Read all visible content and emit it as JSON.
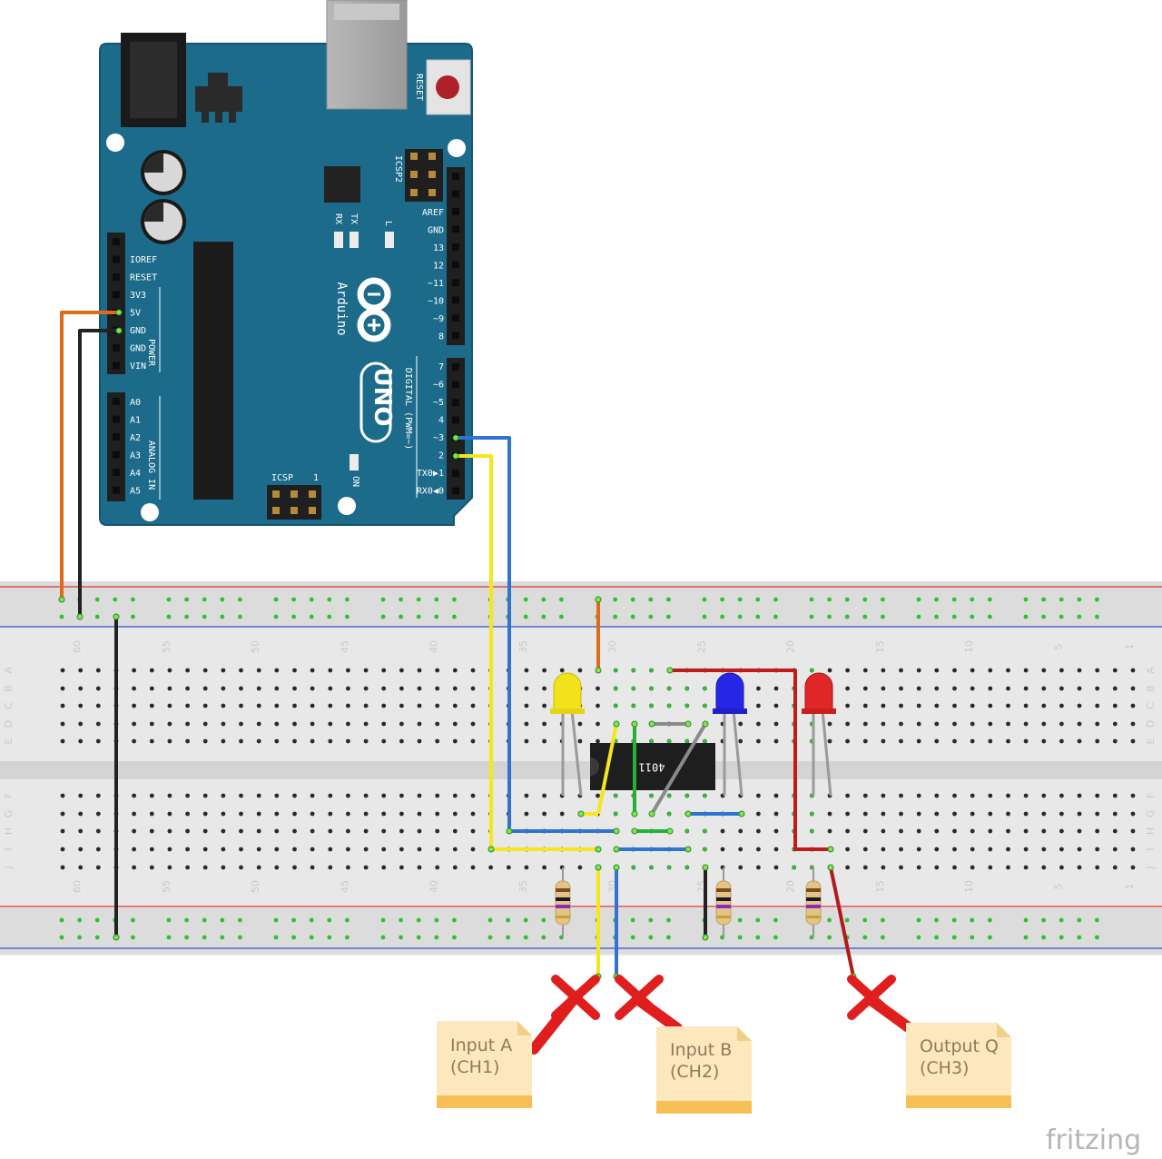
{
  "arduino": {
    "model": "UNO",
    "brand": "Arduino",
    "reset_label": "RESET",
    "icsp2_label": "ICSP2",
    "icsp_label": "ICSP",
    "icsp_pin1": "1",
    "on_label": "ON",
    "led_l": "L",
    "led_tx": "TX",
    "led_rx": "RX",
    "power_group": "POWER",
    "analog_group": "ANALOG IN",
    "digital_group": "DIGITAL (PWM=~)",
    "power_pins": [
      "IOREF",
      "RESET",
      "3V3",
      "5V",
      "GND",
      "GND",
      "VIN"
    ],
    "analog_pins": [
      "A0",
      "A1",
      "A2",
      "A3",
      "A4",
      "A5"
    ],
    "digital_top_pins": [
      "AREF",
      "GND",
      "13",
      "12",
      "~11",
      "~10",
      "~9",
      "8"
    ],
    "digital_bottom_pins": [
      "7",
      "~6",
      "~5",
      "4",
      "~3",
      "2",
      "TX0▶1",
      "RX0◀0"
    ],
    "board_color": "#1c6b8a"
  },
  "breadboard": {
    "column_numbers_top": [
      "60",
      "55",
      "50",
      "45",
      "40",
      "35",
      "30",
      "25",
      "20",
      "15",
      "10",
      "5",
      "1"
    ],
    "column_numbers_bottom": [
      "60",
      "55",
      "50",
      "45",
      "40",
      "35",
      "30",
      "25",
      "20",
      "15",
      "10",
      "5",
      "1"
    ],
    "row_letters_top": [
      "A",
      "B",
      "C",
      "D",
      "E"
    ],
    "row_letters_bottom": [
      "F",
      "G",
      "H",
      "I",
      "J"
    ]
  },
  "chip": {
    "label": "4011"
  },
  "wire_colors": {
    "power_5v": "#e06a1c",
    "ground": "#222222",
    "pin3": "#2f74d0",
    "pin2": "#f5e61e",
    "output": "#c01a1a",
    "jumper_green": "#22b23a",
    "jumper_gray": "#8a8a8a"
  },
  "led_colors": {
    "led_a": "#f2e21a",
    "led_b": "#2626e6",
    "led_q": "#e02626"
  },
  "probes": [
    {
      "line1": "Input A",
      "line2": "(CH1)"
    },
    {
      "line1": "Input B",
      "line2": "(CH2)"
    },
    {
      "line1": "Output Q",
      "line2": "(CH3)"
    }
  ],
  "watermark": "fritzing"
}
